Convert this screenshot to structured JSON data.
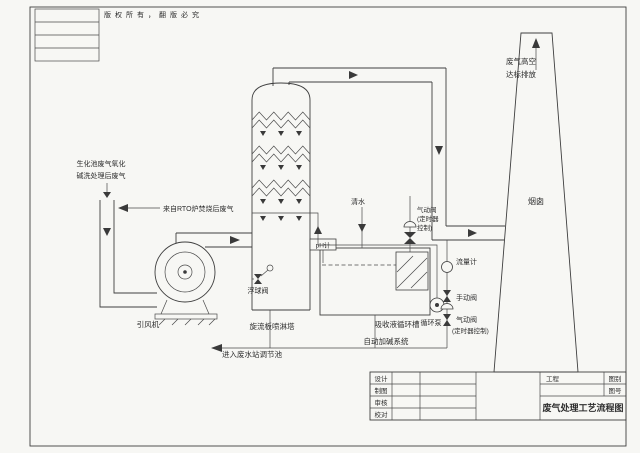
{
  "drawing": {
    "copyright": "版权所有，翻版必究",
    "labels": {
      "inlet_a_1": "生化池废气氧化",
      "inlet_a_2": "碱洗处理后废气",
      "inlet_b": "来自RTO炉焚烧后废气",
      "fan": "引风机",
      "tower": "旋流板喷淋塔",
      "float_valve": "浮球阀",
      "tank": "吸收液循环槽",
      "alkali_system": "自动加碱系统",
      "drain": "进入废水站调节池",
      "fresh_water": "清水",
      "ph_meter": "pH计",
      "pneu_valve_1a": "气动阀",
      "pneu_valve_1b": "(定时器",
      "pneu_valve_1c": "控制)",
      "flow_meter": "流量计",
      "manual_valve": "手动阀",
      "pump": "循环泵",
      "pneu_valve_2a": "气动阀",
      "pneu_valve_2b": "(定时器控制)",
      "outlet_1": "废气高空",
      "outlet_2": "达标排放",
      "chimney": "烟囱"
    },
    "title_block": {
      "design": "设计",
      "draft": "制图",
      "check": "审核",
      "proof": "校对",
      "project": "工程",
      "fig_type": "图别",
      "fig_no": "图号",
      "title": "废气处理工艺流程图"
    }
  }
}
